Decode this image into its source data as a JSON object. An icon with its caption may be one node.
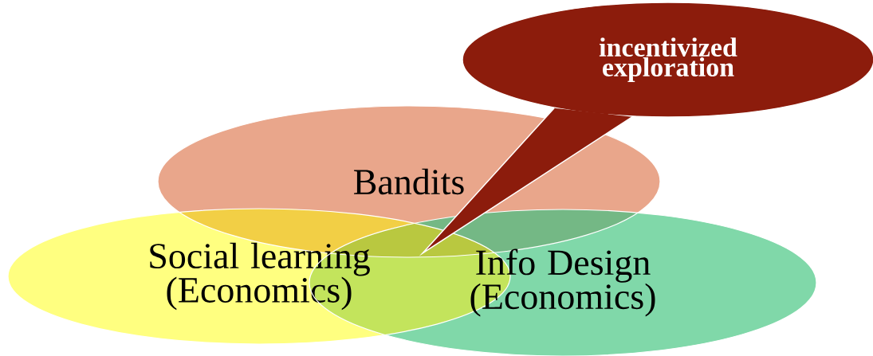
{
  "diagram": {
    "nodes": [
      {
        "text": [
          "Bandits"
        ]
      },
      {
        "text": [
          "Social learning (Economics)"
        ]
      },
      {
        "text": [
          "Info Design (Economics)"
        ]
      },
      {
        "text": [
          "incentivized exploration"
        ]
      }
    ]
  }
}
